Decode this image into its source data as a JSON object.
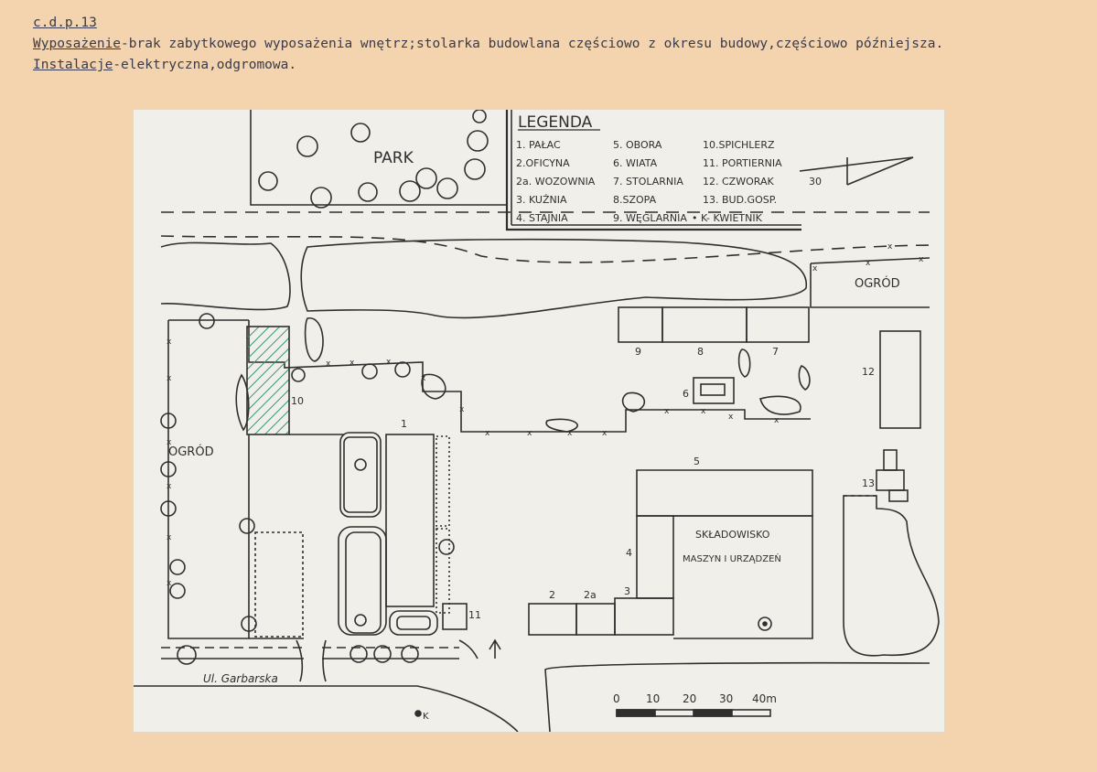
{
  "header": {
    "ref": "c.d.p.13",
    "line1_label": "Wyposażenie",
    "line1_text": "-brak zabytkowego wyposażenia wnętrz;stolarka budowlana częściowo z okresu budowy,częściowo późniejsza.",
    "line2_label": "Instalacje",
    "line2_text": "-elektryczna,odgromowa."
  },
  "map": {
    "park_label": "PARK",
    "garden_left": "OGRÓD",
    "garden_right": "OGRÓD",
    "storage_line1": "SKŁADOWISKO",
    "storage_line2": "MASZYN I URZĄDZEŃ",
    "street": "Ul. Garbarska",
    "k_marker": "K",
    "north_label": "30",
    "legend": {
      "title": "LEGENDA",
      "col1": [
        "1. PAŁAC",
        "2.OFICYNA",
        "2a. WOZOWNIA",
        "3. KUŹNIA",
        "4. STAJNIA"
      ],
      "col2": [
        "5. OBORA",
        "6. WIATA",
        "7. STOLARNIA",
        "8.SZOPA",
        "9. WĘGLARNIA"
      ],
      "col3": [
        "10.SPICHLERZ",
        "11. PORTIERNIA",
        "12. CZWORAK",
        "13. BUD.GOSP.",
        "• K- KWIETNIK"
      ]
    },
    "numbers": {
      "n1": "1",
      "n2": "2",
      "n2a": "2a",
      "n3": "3",
      "n4": "4",
      "n5": "5",
      "n6": "6",
      "n7": "7",
      "n8": "8",
      "n9": "9",
      "n10": "10",
      "n11": "11",
      "n12": "12",
      "n13": "13"
    },
    "scale": {
      "ticks": [
        "0",
        "10",
        "20",
        "30",
        "40m"
      ]
    }
  },
  "colors": {
    "background": "#f3d4ae",
    "sheet": "#f1efe9",
    "ink": "#2f2f2f",
    "hatch": "#2e9a7a"
  }
}
